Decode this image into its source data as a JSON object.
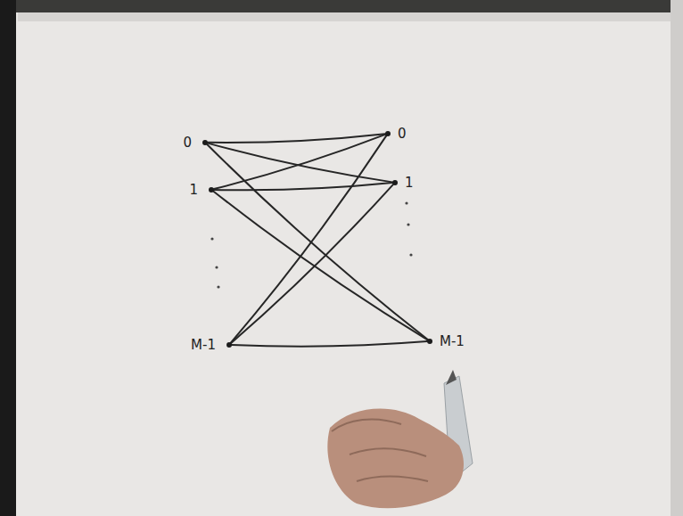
{
  "diagram": {
    "nodes": [
      {
        "text": [
          "0"
        ]
      },
      {
        "text": [
          "1"
        ]
      },
      {
        "text": [
          "M-1"
        ]
      },
      {
        "text": [
          "0"
        ]
      },
      {
        "text": [
          "1"
        ]
      },
      {
        "text": [
          "M-1"
        ]
      }
    ],
    "edges": [
      {
        "from": 0,
        "to": 3,
        "arrow": "none"
      },
      {
        "from": 0,
        "to": 4,
        "arrow": "none"
      },
      {
        "from": 0,
        "to": 5,
        "arrow": "none"
      },
      {
        "from": 1,
        "to": 3,
        "arrow": "none"
      },
      {
        "from": 1,
        "to": 4,
        "arrow": "none"
      },
      {
        "from": 1,
        "to": 5,
        "arrow": "none"
      },
      {
        "from": 2,
        "to": 3,
        "arrow": "none"
      },
      {
        "from": 2,
        "to": 4,
        "arrow": "none"
      },
      {
        "from": 2,
        "to": 5,
        "arrow": "none"
      }
    ]
  }
}
